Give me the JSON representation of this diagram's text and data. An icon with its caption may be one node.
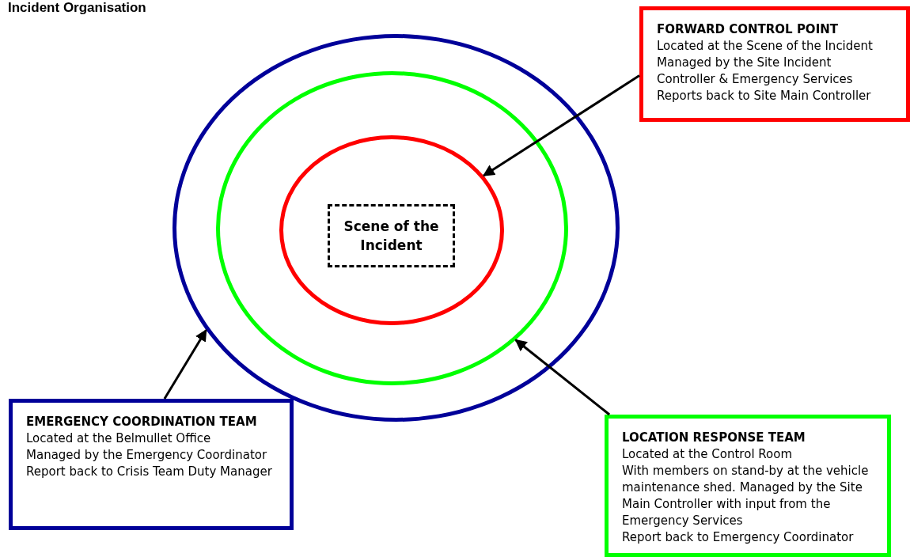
{
  "diagram": {
    "title": "Incident Organisation",
    "nodes": [
      {
        "text": [],
        "shape": "circle"
      },
      {
        "text": [],
        "shape": "circle",
        "in": 0
      },
      {
        "text": [],
        "shape": "circle",
        "in": 1
      },
      {
        "text": [
          "Scene of the Incident"
        ],
        "in": 2
      },
      {
        "text": [
          "FORWARD CONTROL POINT",
          "Located at the Scene of the Incident",
          "Managed by the Site Incident Controller & Emergency Services",
          "Reports back to Site Main Controller"
        ]
      },
      {
        "text": [
          "EMERGENCY COORDINATION TEAM",
          "Located at the Belmullet Office",
          "Managed by the Emergency Coordinator",
          "Report back to Crisis Team Duty Manager"
        ]
      },
      {
        "text": [
          "LOCATION RESPONSE TEAM",
          "Located at the Control Room",
          "With members on stand-by at the vehicle maintenance shed. Managed by the Site Main Controller with input from the Emergency Services",
          "Report back to Emergency Coordinator"
        ]
      }
    ],
    "edges": [
      {
        "from": 4,
        "to": 2,
        "arrow": "to"
      },
      {
        "from": 5,
        "to": 0,
        "arrow": "to"
      },
      {
        "from": 6,
        "to": 1,
        "arrow": "to"
      }
    ]
  }
}
